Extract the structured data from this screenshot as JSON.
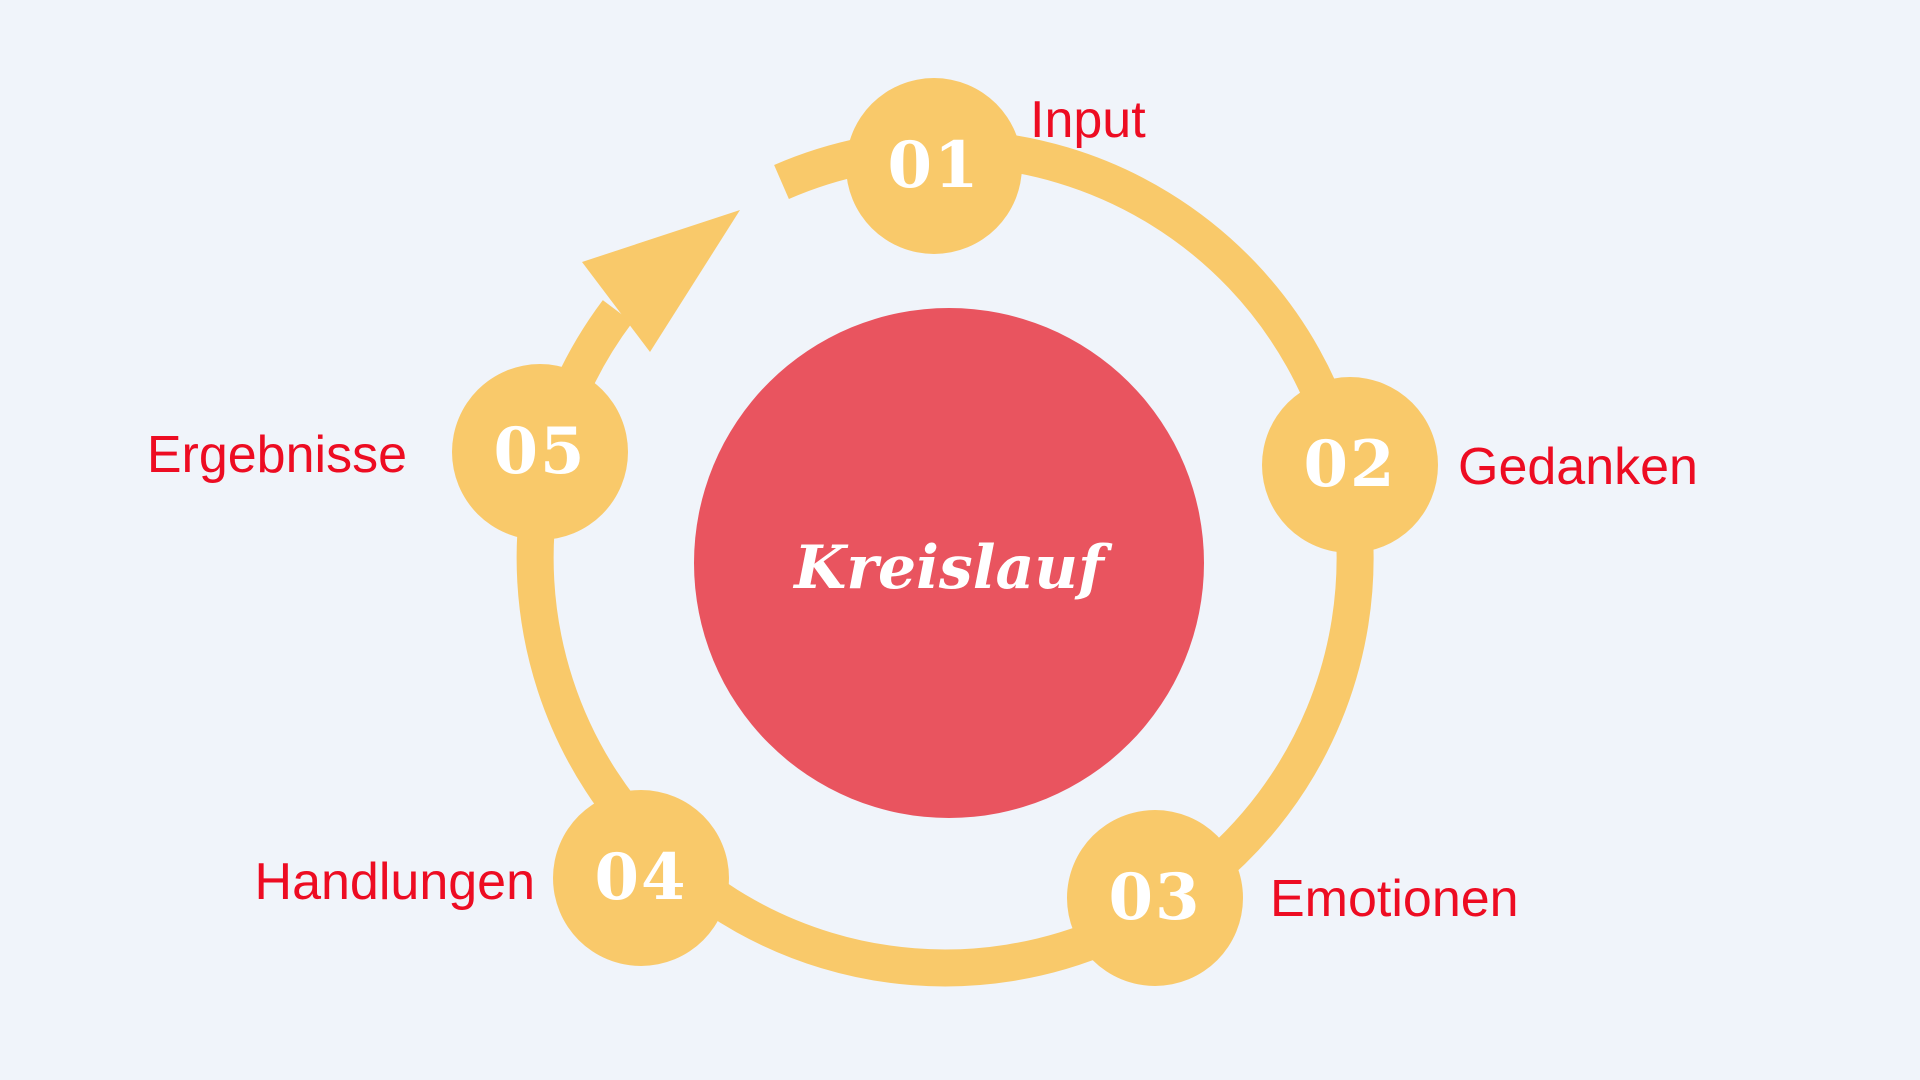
{
  "colors": {
    "background": "#F0F4FA",
    "ring": "#F9C96A",
    "center_circle": "#E9545F",
    "label_text": "#ED0C22",
    "number_text": "#FFFFFF",
    "title_text": "#FFFFFF"
  },
  "diagram": {
    "type": "cycle",
    "direction": "clockwise",
    "center_label": "Kreislauf",
    "nodes": [
      {
        "number": "01",
        "label": "Input"
      },
      {
        "number": "02",
        "label": "Gedanken"
      },
      {
        "number": "03",
        "label": "Emotionen"
      },
      {
        "number": "04",
        "label": "Handlungen"
      },
      {
        "number": "05",
        "label": "Ergebnisse"
      }
    ]
  }
}
